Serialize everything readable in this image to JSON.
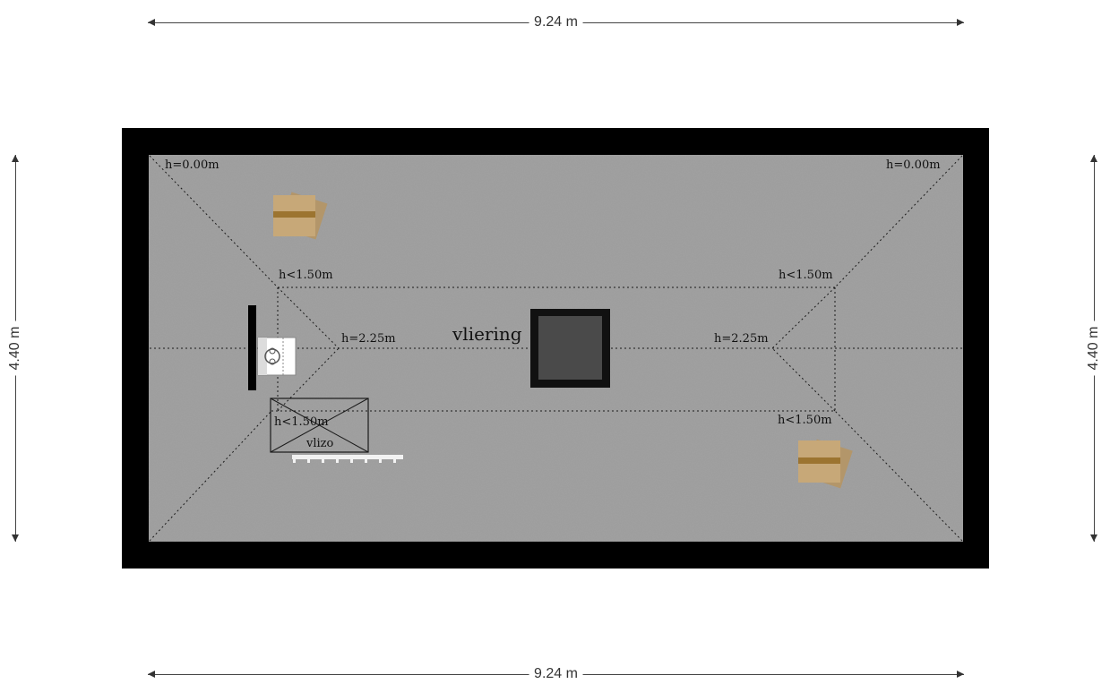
{
  "dimensions": {
    "top_width": "9.24 m",
    "bottom_width": "9.24 m",
    "left_height": "4.40 m",
    "right_height": "4.40 m"
  },
  "room": {
    "name": "vliering",
    "floor_color": "#9a9a9a",
    "wall_color": "#000000",
    "hatch_color": "#2a2a2a",
    "hatch_inner_color": "#4a4a4a"
  },
  "height_labels": {
    "top_left": "h=0.00m",
    "top_right": "h=0.00m",
    "inner_top_left": "h<1.50m",
    "inner_top_right": "h<1.50m",
    "ridge_left": "h=2.25m",
    "ridge_right": "h=2.25m",
    "inner_bottom_left": "h<1.50m",
    "inner_bottom_right": "h<1.50m"
  },
  "storage": {
    "label": "vlizo"
  },
  "icons": [
    "box-icon",
    "water-heater-icon",
    "radiator-icon"
  ]
}
